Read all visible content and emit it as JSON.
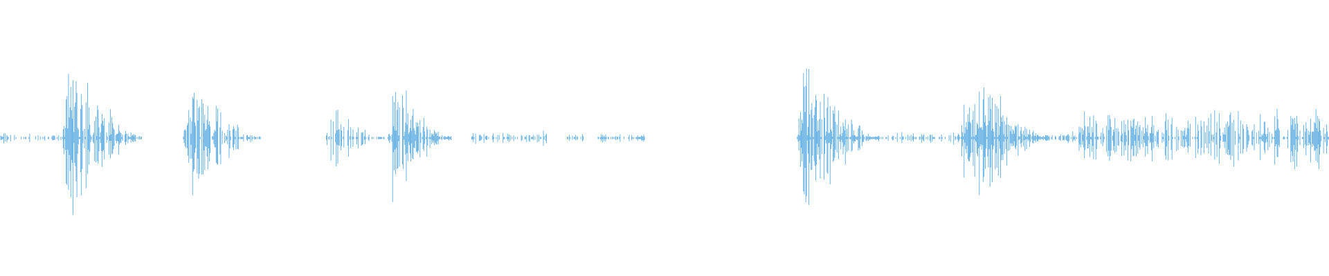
{
  "waveform": {
    "color": "#5dade2",
    "segments": [
      {
        "t0": 0.0,
        "t1": 0.046,
        "peak": 0.05,
        "shape": "flat",
        "density": 0.45
      },
      {
        "t0": 0.047,
        "t1": 0.107,
        "peak": 0.72,
        "shape": "burst",
        "density": 0.9
      },
      {
        "t0": 0.138,
        "t1": 0.196,
        "peak": 0.5,
        "shape": "burst",
        "density": 0.75
      },
      {
        "t0": 0.245,
        "t1": 0.29,
        "peak": 0.3,
        "shape": "burst",
        "density": 0.65
      },
      {
        "t0": 0.292,
        "t1": 0.34,
        "peak": 0.52,
        "shape": "burst",
        "density": 0.85
      },
      {
        "t0": 0.355,
        "t1": 0.412,
        "peak": 0.06,
        "shape": "flat",
        "density": 0.55
      },
      {
        "t0": 0.425,
        "t1": 0.439,
        "peak": 0.04,
        "shape": "flat",
        "density": 0.55
      },
      {
        "t0": 0.45,
        "t1": 0.485,
        "peak": 0.05,
        "shape": "flat",
        "density": 0.55
      },
      {
        "t0": 0.6,
        "t1": 0.662,
        "peak": 0.65,
        "shape": "burst",
        "density": 0.95
      },
      {
        "t0": 0.662,
        "t1": 0.722,
        "peak": 0.05,
        "shape": "flat",
        "density": 0.5
      },
      {
        "t0": 0.722,
        "t1": 0.79,
        "peak": 0.68,
        "shape": "burst",
        "density": 0.95
      },
      {
        "t0": 0.79,
        "t1": 0.812,
        "peak": 0.07,
        "shape": "flat",
        "density": 0.55
      },
      {
        "t0": 0.812,
        "t1": 1.0,
        "peak": 0.24,
        "shape": "sustain",
        "density": 0.7
      }
    ]
  }
}
